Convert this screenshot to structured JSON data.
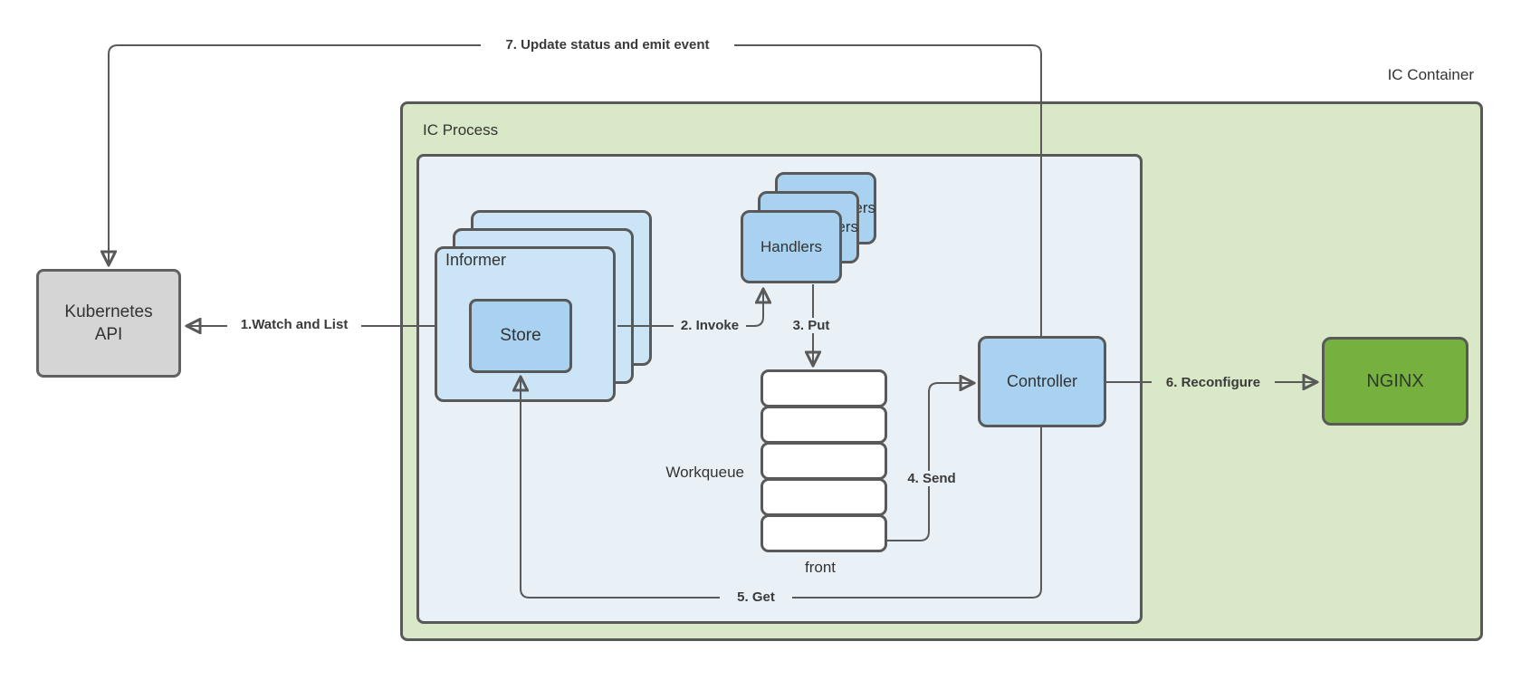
{
  "diagram": {
    "container_label": "IC Container",
    "process_label": "IC Process",
    "nodes": {
      "kubernetes_api": {
        "line1": "Kubernetes",
        "line2": "API"
      },
      "informer": {
        "label": "Informer",
        "stack_count": 3
      },
      "store": {
        "label": "Store"
      },
      "handlers": {
        "label": "Handlers",
        "stack_count": 3
      },
      "workqueue": {
        "label": "Workqueue",
        "front_label": "front",
        "cell_count": 5
      },
      "controller": {
        "label": "Controller"
      },
      "nginx": {
        "label": "NGINX"
      }
    },
    "edges": [
      {
        "step": 1,
        "label": "1.Watch and List",
        "from": "Informer",
        "to": "Kubernetes API"
      },
      {
        "step": 2,
        "label": "2. Invoke",
        "from": "Informer",
        "to": "Handlers"
      },
      {
        "step": 3,
        "label": "3. Put",
        "from": "Handlers",
        "to": "Workqueue"
      },
      {
        "step": 4,
        "label": "4. Send",
        "from": "Workqueue",
        "to": "Controller"
      },
      {
        "step": 5,
        "label": "5. Get",
        "from": "Controller",
        "to": "Store"
      },
      {
        "step": 6,
        "label": "6. Reconfigure",
        "from": "Controller",
        "to": "NGINX"
      },
      {
        "step": 7,
        "label": "7. Update status and emit event",
        "from": "Controller",
        "to": "Kubernetes API"
      }
    ],
    "colors": {
      "container_fill": "#d9e8c7",
      "process_fill": "#e9f1f7",
      "informer_fill": "#cce5f6",
      "node_fill": "#a8d2f0",
      "kubernetes_fill": "#d5d5d5",
      "nginx_fill": "#76b03f",
      "workqueue_cell_fill": "#ffffff",
      "border": "#595959",
      "text": "#333333"
    }
  }
}
